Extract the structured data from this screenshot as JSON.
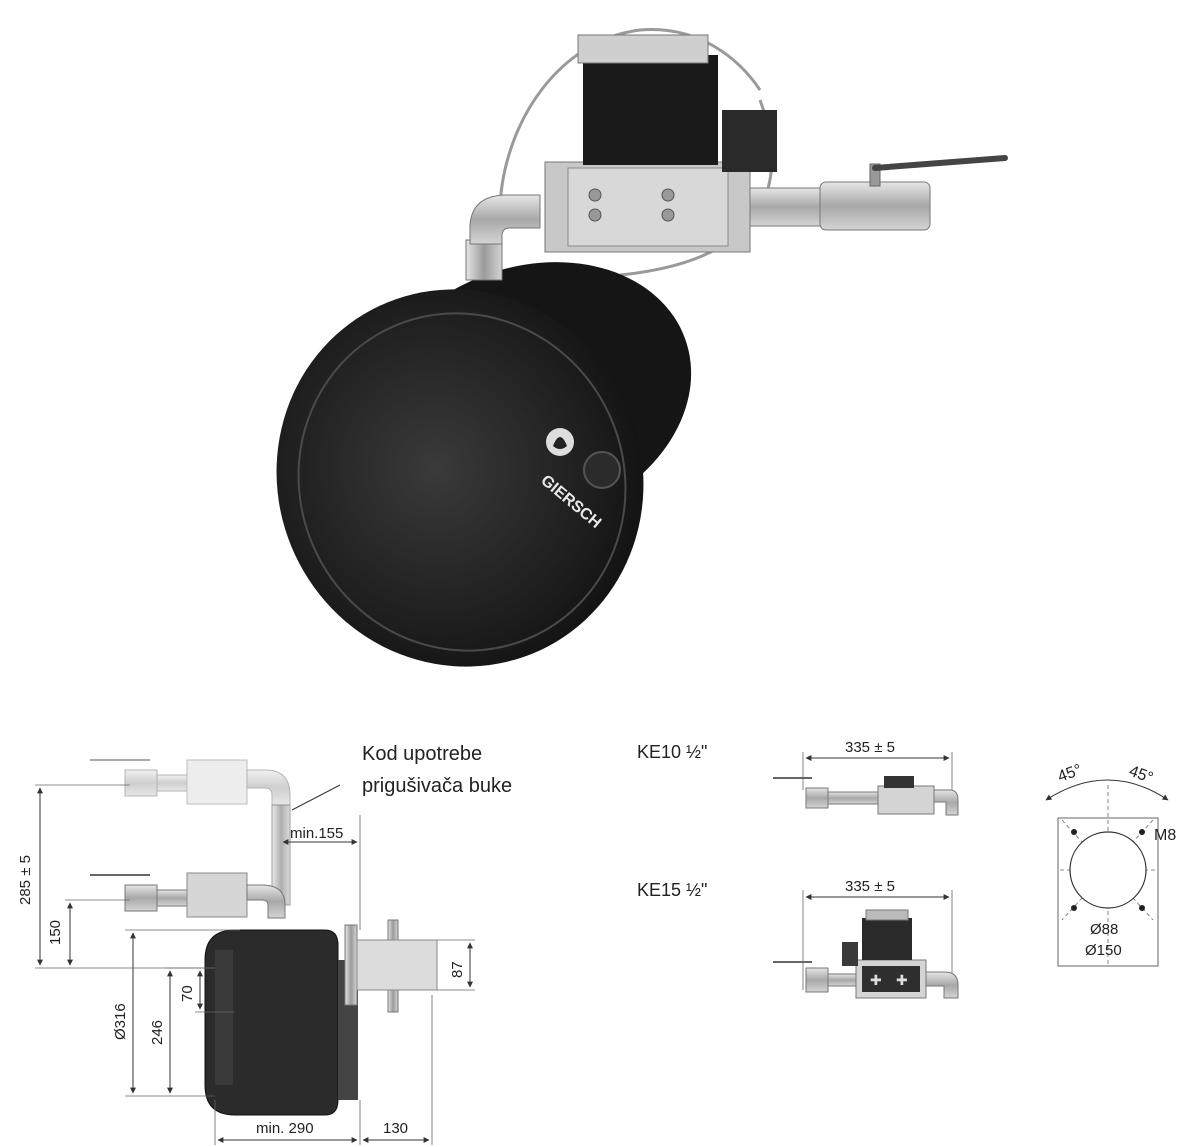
{
  "photo": {
    "brand_text": "GIERSCH"
  },
  "side_view": {
    "silencer_note_line1": "Kod upotrebe",
    "silencer_note_line2": "prigušivača buke",
    "dim_min155": "min.155",
    "dim_285": "285 ± 5",
    "dim_150": "150",
    "dim_316": "Ø316",
    "dim_246": "246",
    "dim_70": "70",
    "dim_87": "87",
    "dim_min290": "min. 290",
    "dim_130": "130"
  },
  "ke10": {
    "label": "KE10 ½\"",
    "dim": "335 ± 5"
  },
  "ke15": {
    "label": "KE15 ½\"",
    "dim": "335 ± 5"
  },
  "flange": {
    "angle_left": "45°",
    "angle_right": "45°",
    "thread": "M8",
    "dia_inner": "Ø88",
    "dia_outer": "Ø150"
  },
  "colors": {
    "burner_body": "#1e1e1e",
    "metal": "#b9b9b9",
    "line": "#333333"
  }
}
